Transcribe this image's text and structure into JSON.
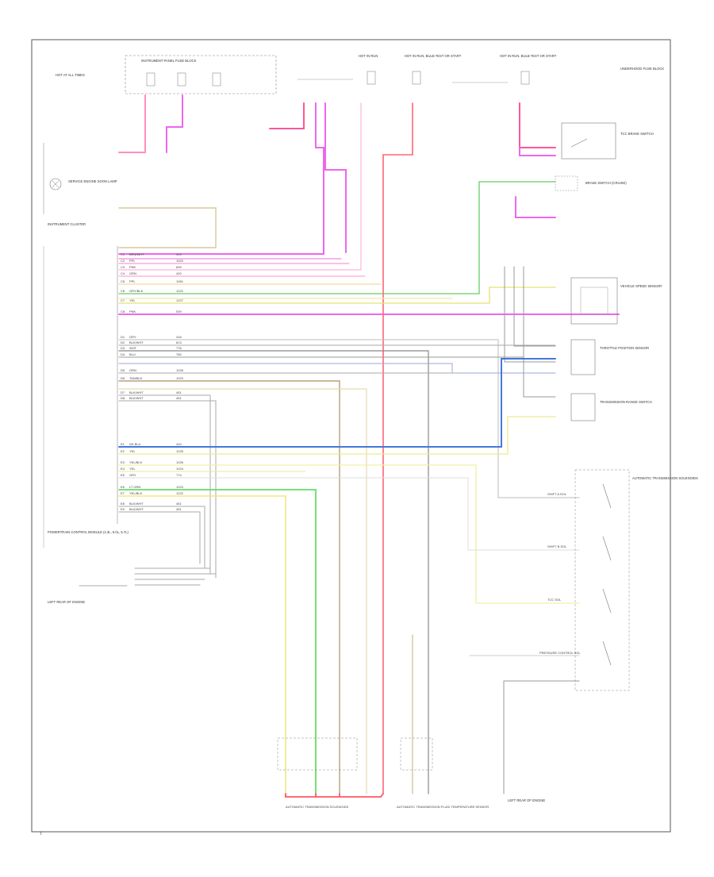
{
  "diagram": {
    "frame_tag": "T",
    "header_labels": [
      "HOT AT ALL TIMES",
      "INSTRUMENT PANEL FUSE BLOCK",
      "HOT IN RUN",
      "HOT IN RUN, BULB TEST OR START",
      "UNDERHOOD FUSE BLOCK"
    ],
    "left_labels": {
      "instrument_cluster": "INSTRUMENT CLUSTER",
      "pcm": "POWERTRAIN CONTROL MODULE (4.3L, 5.0L, 5.7L)",
      "ground": "LEFT REAR OF ENGINE",
      "indicator_lamp": "SERVICE ENGINE SOON LAMP"
    },
    "pcm_rows_a": [
      {
        "pin": "C1",
        "color": "BRN/WHT",
        "circuit": "419"
      },
      {
        "pin": "C2",
        "color": "PPL",
        "circuit": "1020"
      },
      {
        "pin": "C3",
        "color": "PNK",
        "circuit": "839"
      },
      {
        "pin": "C4",
        "color": "GRN",
        "circuit": "420"
      },
      {
        "pin": "C5",
        "color": "PPL",
        "circuit": "1196"
      },
      {
        "pin": "C6",
        "color": "GRY/BLK",
        "circuit": "1222"
      },
      {
        "pin": "C7",
        "color": "YEL",
        "circuit": "1227"
      },
      {
        "pin": "C8",
        "color": "PNK",
        "circuit": "539"
      }
    ],
    "pcm_rows_b": [
      {
        "pin": "D1",
        "color": "GRY",
        "circuit": "416"
      },
      {
        "pin": "D2",
        "color": "BLK/WHT",
        "circuit": "813"
      },
      {
        "pin": "D3",
        "color": "WHT",
        "circuit": "776"
      },
      {
        "pin": "D4",
        "color": "BLU",
        "circuit": "760"
      },
      {
        "pin": "D5",
        "color": "ORN",
        "circuit": "1228"
      },
      {
        "pin": "D6",
        "color": "TAN/BLK",
        "circuit": "1223"
      },
      {
        "pin": "D7",
        "color": "BLK/WHT",
        "circuit": "451"
      },
      {
        "pin": "D8",
        "color": "BLK/WHT",
        "circuit": "451"
      }
    ],
    "pcm_rows_c": [
      {
        "pin": "E1",
        "color": "DK BLU",
        "circuit": "410"
      },
      {
        "pin": "E2",
        "color": "YEL",
        "circuit": "1225"
      },
      {
        "pin": "E3",
        "color": "YEL/BLK",
        "circuit": "1226"
      },
      {
        "pin": "E4",
        "color": "YEL",
        "circuit": "1224"
      },
      {
        "pin": "E5",
        "color": "GRY",
        "circuit": "774"
      },
      {
        "pin": "E6",
        "color": "LT GRN",
        "circuit": "1223"
      },
      {
        "pin": "E7",
        "color": "YEL/BLK",
        "circuit": "1222"
      },
      {
        "pin": "E8",
        "color": "BLK/WHT",
        "circuit": "451"
      },
      {
        "pin": "E9",
        "color": "BLK/WHT",
        "circuit": "451"
      }
    ],
    "right_labels": {
      "tcc_switch": "TCC BRAKE SWITCH",
      "cruise_switch": "BRAKE SWITCH (CRUISE)",
      "vss": "VEHICLE SPEED SENSOR",
      "tps": "THROTTLE POSITION SENSOR",
      "trans_range": "TRANSMISSION RANGE SWITCH",
      "oil_temp": "AUTOMATIC TRANSMISSION FLUID TEMPERATURE SENSOR",
      "solenoids": "AUTOMATIC TRANSMISSION SOLENOIDS",
      "shift_a": "SHIFT A SOL",
      "shift_b": "SHIFT B SOL",
      "tcc_sol": "TCC SOL",
      "pressure_sol": "PRESSURE CONTROL SOL",
      "ground_right": "LEFT REAR OF ENGINE"
    }
  }
}
